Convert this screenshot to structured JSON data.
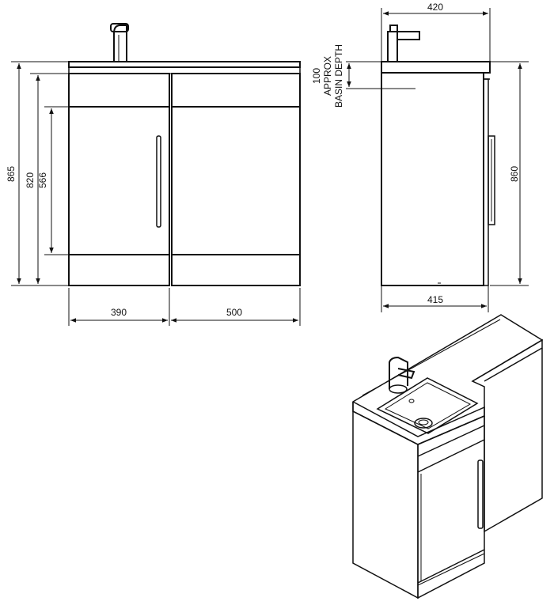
{
  "front_view": {
    "dims": {
      "overall_height": "865",
      "carcass_height": "820",
      "door_height": "566",
      "basin_width": "390",
      "cabinet_width": "500"
    }
  },
  "side_view": {
    "dims": {
      "depth_top": "420",
      "depth_bottom": "415",
      "height": "860",
      "basin_depth_value": "100",
      "basin_depth_line1": "APPROX",
      "basin_depth_line2": "BASIN DEPTH"
    }
  },
  "colors": {
    "line": "#111111",
    "background": "#ffffff"
  }
}
